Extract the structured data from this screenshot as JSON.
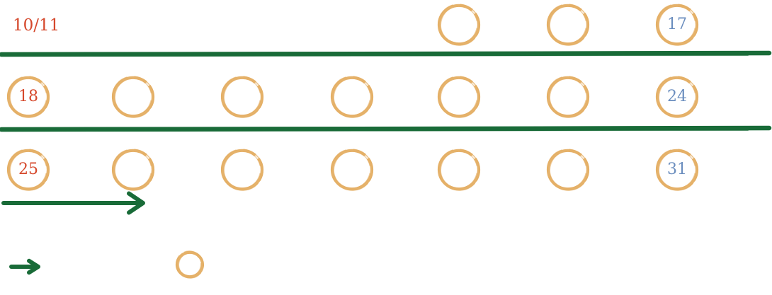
{
  "month_label": "10/11",
  "colors": {
    "circle": "#E4AE63",
    "line": "#196B38",
    "weekday_number": "#D5472B",
    "saturday_number": "#6A8DBE"
  },
  "weeks": [
    [
      {
        "circle": false,
        "label": ""
      },
      {
        "circle": false,
        "label": ""
      },
      {
        "circle": false,
        "label": ""
      },
      {
        "circle": false,
        "label": ""
      },
      {
        "circle": true,
        "label": ""
      },
      {
        "circle": true,
        "label": ""
      },
      {
        "circle": true,
        "label": "17",
        "label_color": "saturday_number"
      }
    ],
    [
      {
        "circle": true,
        "label": "18",
        "label_color": "weekday_number"
      },
      {
        "circle": true,
        "label": ""
      },
      {
        "circle": true,
        "label": ""
      },
      {
        "circle": true,
        "label": ""
      },
      {
        "circle": true,
        "label": ""
      },
      {
        "circle": true,
        "label": ""
      },
      {
        "circle": true,
        "label": "24",
        "label_color": "saturday_number"
      }
    ],
    [
      {
        "circle": true,
        "label": "25",
        "label_color": "weekday_number"
      },
      {
        "circle": true,
        "label": ""
      },
      {
        "circle": true,
        "label": ""
      },
      {
        "circle": true,
        "label": ""
      },
      {
        "circle": true,
        "label": ""
      },
      {
        "circle": true,
        "label": ""
      },
      {
        "circle": true,
        "label": "31",
        "label_color": "saturday_number"
      }
    ]
  ],
  "icons": {
    "row_line": "brush-line",
    "long_arrow": "arrow-right-icon",
    "legend_arrow": "arrow-right-icon",
    "legend_circle": "circle-icon"
  }
}
